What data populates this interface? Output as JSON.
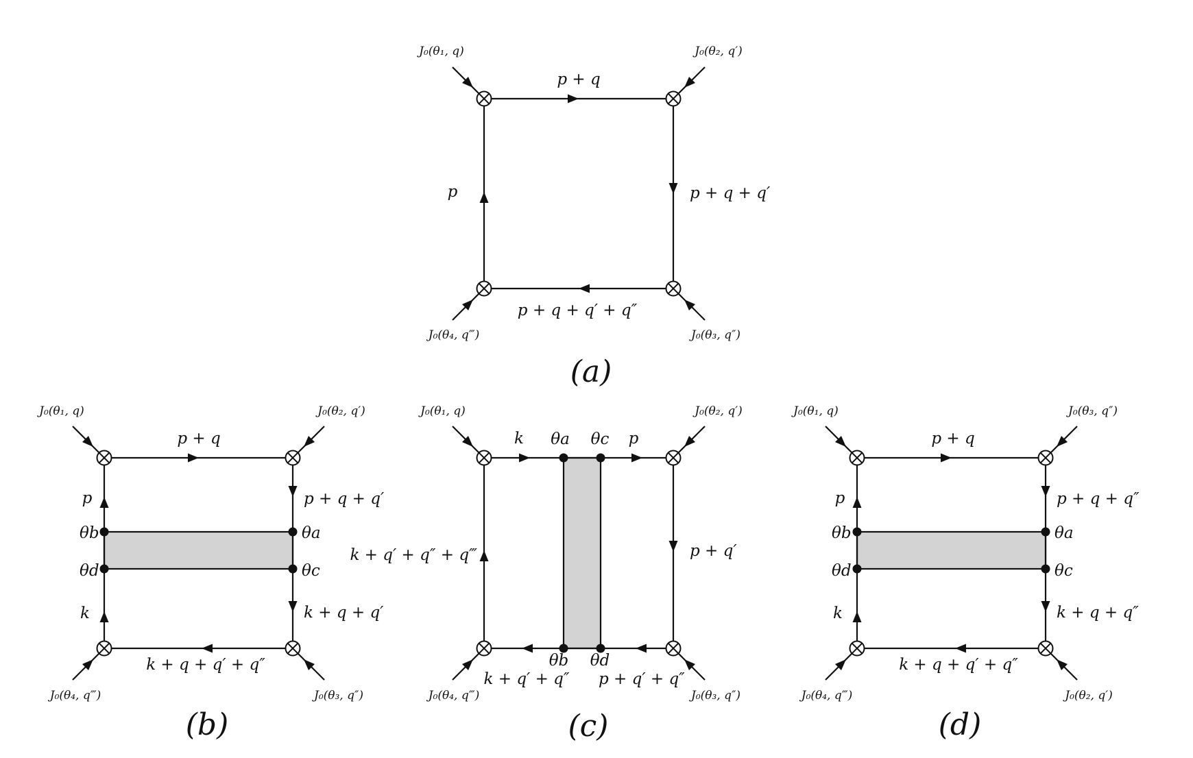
{
  "diagrams": {
    "a": {
      "caption": "(a)",
      "sources": {
        "tl": "J₀(θ₁, q)",
        "tr": "J₀(θ₂, q′)",
        "br": "J₀(θ₃, q″)",
        "bl": "J₀(θ₄, q‴)"
      },
      "edges": {
        "top": "p + q",
        "right": "p + q + q′",
        "bottom": "p + q + q′ + q″",
        "left": "p"
      }
    },
    "b": {
      "caption": "(b)",
      "sources": {
        "tl": "J₀(θ₁, q)",
        "tr": "J₀(θ₂, q′)",
        "br": "J₀(θ₃, q″)",
        "bl": "J₀(θ₄, q‴)"
      },
      "edges": {
        "top": "p + q",
        "right_upper": "p + q + q′",
        "right_lower": "k + q + q′",
        "bottom": "k + q + q′ + q″",
        "left_upper": "p",
        "left_lower": "k"
      },
      "thetas": {
        "a": "θa",
        "b": "θb",
        "c": "θc",
        "d": "θd"
      }
    },
    "c": {
      "caption": "(c)",
      "sources": {
        "tl": "J₀(θ₁, q)",
        "tr": "J₀(θ₂, q′)",
        "br": "J₀(θ₃, q″)",
        "bl": "J₀(θ₄, q‴)"
      },
      "edges": {
        "top_left": "k",
        "top_right": "p",
        "right": "p + q′",
        "bottom_right": "p + q′ + q″",
        "bottom_left": "k + q′ + q″",
        "left": "k + q′ + q″ + q‴"
      },
      "thetas": {
        "a": "θa",
        "b": "θb",
        "c": "θc",
        "d": "θd"
      }
    },
    "d": {
      "caption": "(d)",
      "sources": {
        "tl": "J₀(θ₁, q)",
        "tr": "J₀(θ₃, q″)",
        "br": "J₀(θ₂, q′)",
        "bl": "J₀(θ₄, q‴)"
      },
      "edges": {
        "top": "p + q",
        "right_upper": "p + q + q″",
        "right_lower": "k + q + q″",
        "bottom": "k + q + q′ + q″",
        "left_upper": "p",
        "left_lower": "k"
      },
      "thetas": {
        "a": "θa",
        "b": "θb",
        "c": "θc",
        "d": "θd"
      }
    }
  },
  "colors": {
    "line": "#111111",
    "band": "#d3d3d3"
  }
}
